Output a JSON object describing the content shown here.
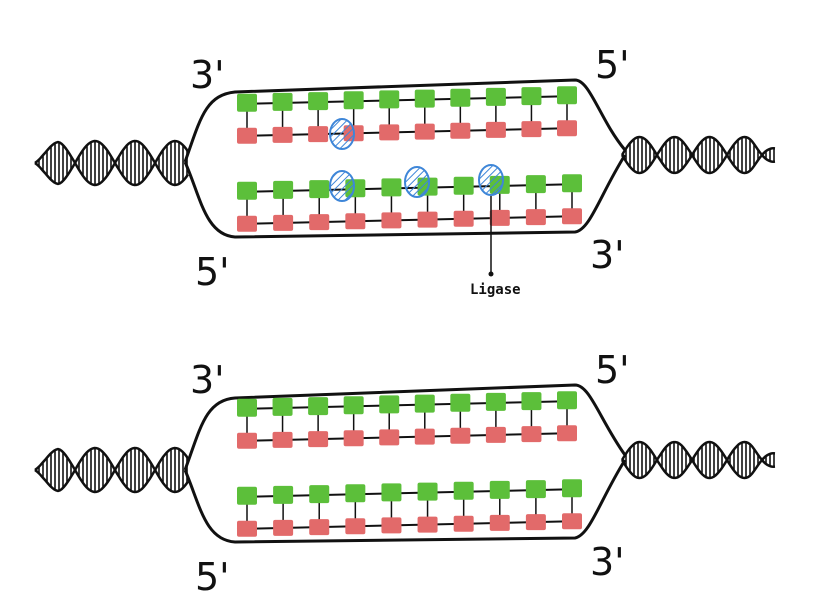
{
  "panels": [
    {
      "id": "top",
      "end_labels": {
        "top_left": "3'",
        "top_right": "5'",
        "bottom_left": "5'",
        "bottom_right": "3'"
      },
      "ligase_marks": 4,
      "ligase_label": "Ligase"
    },
    {
      "id": "bottom",
      "end_labels": {
        "top_left": "3'",
        "top_right": "5'",
        "bottom_left": "5'",
        "bottom_right": "3'"
      },
      "ligase_marks": 0
    }
  ],
  "colors": {
    "green": "#5cbf3a",
    "red": "#e26a6a",
    "ligase": "#3e86d8",
    "line": "#111111"
  }
}
